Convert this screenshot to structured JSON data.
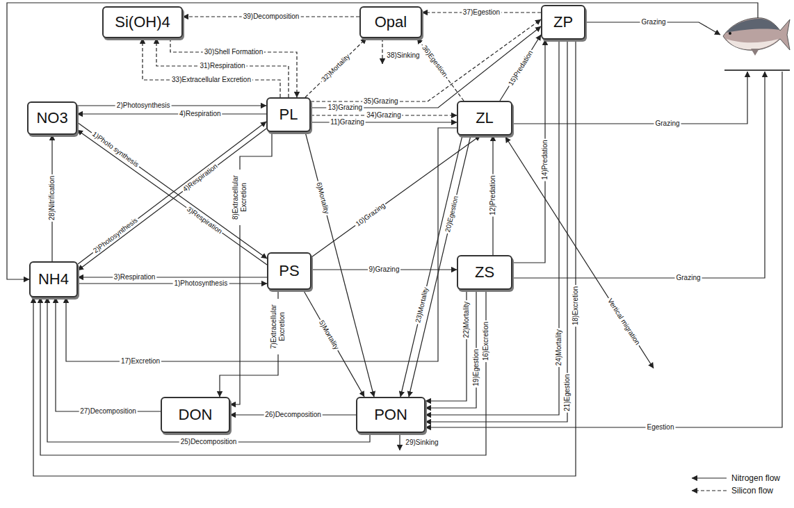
{
  "diagram": {
    "nodes": [
      {
        "text": [
          "Si(OH)4"
        ]
      },
      {
        "text": [
          "Opal"
        ]
      },
      {
        "text": [
          "ZP"
        ]
      },
      {
        "text": [
          "NO3"
        ]
      },
      {
        "text": [
          "PL"
        ]
      },
      {
        "text": [
          "ZL"
        ]
      },
      {
        "text": [
          "NH4"
        ]
      },
      {
        "text": [
          "PS"
        ]
      },
      {
        "text": [
          "ZS"
        ]
      },
      {
        "text": [
          "DON"
        ]
      },
      {
        "text": [
          "PON"
        ]
      }
    ],
    "edges": [
      {
        "from": 1,
        "to": 0,
        "label": "39)Decomposition",
        "arrow": "to"
      },
      {
        "from": 0,
        "to": 4,
        "label": "30)Shell Formation",
        "arrow": "to"
      },
      {
        "from": 4,
        "to": 0,
        "label": "31)Respiration",
        "arrow": "to"
      },
      {
        "from": 4,
        "to": 0,
        "label": "33)Extracellular Excretion",
        "arrow": "to"
      },
      {
        "from": 4,
        "to": 1,
        "label": "32)Mortality",
        "arrow": "to"
      },
      {
        "from": 2,
        "to": 1,
        "label": "37)Egestion",
        "arrow": "to"
      },
      {
        "from": 4,
        "to": 2,
        "label": "35)Grazing",
        "arrow": "to"
      },
      {
        "from": 4,
        "to": 2,
        "label": "13)Grazing",
        "arrow": "to"
      },
      {
        "from": 4,
        "to": 5,
        "label": "34)Grazing",
        "arrow": "to"
      },
      {
        "from": 4,
        "to": 5,
        "label": "11)Grazing",
        "arrow": "to"
      },
      {
        "from": 5,
        "to": 1,
        "label": "36)Egestion",
        "arrow": "to"
      },
      {
        "from": 5,
        "to": 2,
        "label": "15)Predation",
        "arrow": "to"
      },
      {
        "from": 8,
        "to": 2,
        "label": "14)Predation",
        "arrow": "to"
      },
      {
        "from": 7,
        "to": 8,
        "label": "9)Grazing",
        "arrow": "to"
      },
      {
        "from": 7,
        "to": 5,
        "label": "10)Grazing",
        "arrow": "to"
      },
      {
        "from": 8,
        "to": 5,
        "label": "12)Predation",
        "arrow": "to"
      },
      {
        "from": 7,
        "to": 10,
        "label": "5)Mortality",
        "arrow": "to"
      },
      {
        "from": 4,
        "to": 10,
        "label": "6)Mortality",
        "arrow": "to"
      },
      {
        "from": 5,
        "to": 10,
        "label": "20)Egestion",
        "arrow": "to"
      },
      {
        "from": 5,
        "to": 10,
        "label": "23)Mortality",
        "arrow": "to"
      },
      {
        "from": 8,
        "to": 10,
        "label": "22)Mortality",
        "arrow": "to"
      },
      {
        "from": 8,
        "to": 10,
        "label": "19)Egestion",
        "arrow": "to"
      },
      {
        "from": 8,
        "to": 6,
        "label": "16)Excretion",
        "arrow": "to"
      },
      {
        "from": 2,
        "to": 10,
        "label": "24)Mortality",
        "arrow": "to"
      },
      {
        "from": 2,
        "to": 10,
        "label": "21)Egestion",
        "arrow": "to"
      },
      {
        "from": 2,
        "to": 6,
        "label": "18)Excretion",
        "arrow": "to"
      },
      {
        "from": 10,
        "to": 6,
        "label": "25)Decomposition",
        "arrow": "to"
      },
      {
        "from": 9,
        "to": 6,
        "label": "27)Decomposition",
        "arrow": "to"
      },
      {
        "from": 10,
        "to": 9,
        "label": "26)Decomposition",
        "arrow": "to"
      },
      {
        "from": 5,
        "to": 6,
        "label": "17)Excretion",
        "arrow": "to"
      },
      {
        "from": 7,
        "to": 9,
        "label": "7)Extracellular Excretion",
        "arrow": "to"
      },
      {
        "from": 4,
        "to": 9,
        "label": "8)Extracellular Excretion",
        "arrow": "to"
      },
      {
        "from": 3,
        "to": 4,
        "label": "2)Photosynthesis",
        "arrow": "to"
      },
      {
        "from": 4,
        "to": 3,
        "label": "4)Respiration",
        "arrow": "to"
      },
      {
        "from": 3,
        "to": 7,
        "label": "1)Photo synthesis",
        "arrow": "to"
      },
      {
        "from": 7,
        "to": 3,
        "label": "3)Respiration",
        "arrow": "to"
      },
      {
        "from": 6,
        "to": 4,
        "label": "2)Photosynthesis",
        "arrow": "to"
      },
      {
        "from": 4,
        "to": 6,
        "label": "4)Respiration",
        "arrow": "to"
      },
      {
        "from": 7,
        "to": 6,
        "label": "3)Respiration",
        "arrow": "to"
      },
      {
        "from": 6,
        "to": 7,
        "label": "1)Photosynthesis",
        "arrow": "to"
      },
      {
        "from": 6,
        "to": 3,
        "label": "28)Nitrification",
        "arrow": "to"
      }
    ],
    "labels": [
      "38)Sinking",
      "Grazing",
      "Grazing",
      "Vertical migration",
      "Grazing",
      "Egestion",
      "29)Sinking"
    ],
    "legend": [
      {
        "text": "Nitrogen flow"
      },
      {
        "text": "Silicon flow"
      }
    ]
  }
}
